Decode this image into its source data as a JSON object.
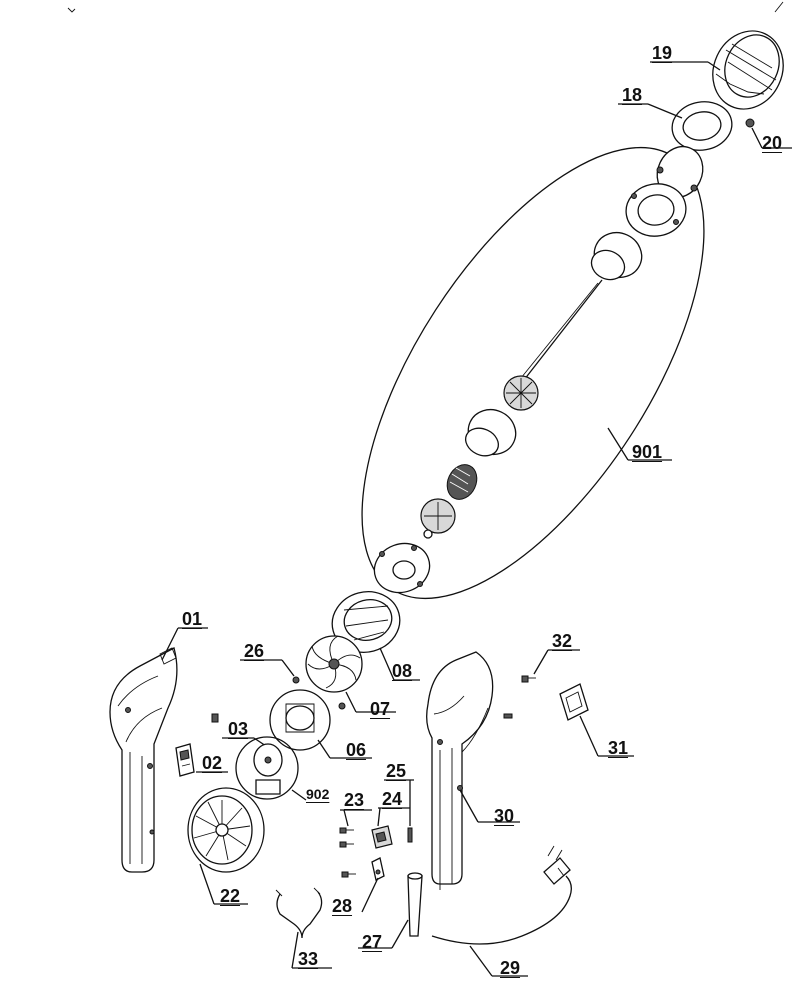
{
  "diagram": {
    "labels": {
      "p01": "01",
      "p02": "02",
      "p03": "03",
      "p06": "06",
      "p07": "07",
      "p08": "08",
      "p18": "18",
      "p19": "19",
      "p20": "20",
      "p22": "22",
      "p23": "23",
      "p24": "24",
      "p25": "25",
      "p26": "26",
      "p27": "27",
      "p28": "28",
      "p29": "29",
      "p30": "30",
      "p31": "31",
      "p32": "32",
      "p33": "33",
      "p901": "901",
      "p902": "902"
    }
  }
}
